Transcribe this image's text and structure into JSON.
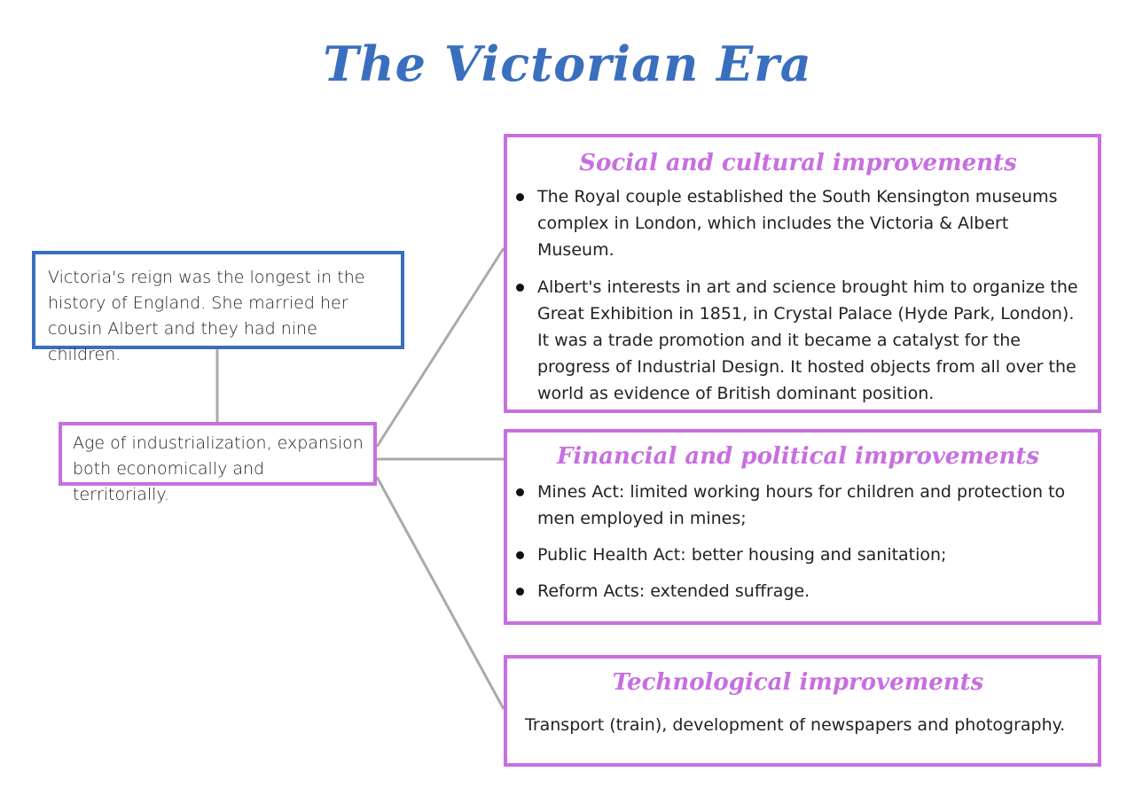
{
  "title": "The Victorian Era",
  "colors": {
    "title_blue": "#3a6fbf",
    "accent_purple": "#c86fe0",
    "connector_gray": "#aaaaaa"
  },
  "intro_box": {
    "text": "Victoria's reign was the longest in the history of England. She married her cousin Albert and they had nine children."
  },
  "center_box": {
    "text": "Age of industrialization, expansion both economically and territorially."
  },
  "panels": {
    "social": {
      "title": "Social and cultural improvements",
      "items": [
        "The Royal couple established the South Kensington museums complex in London, which includes the Victoria & Albert Museum.",
        "Albert's interests in art and science brought him to organize the Great Exhibition in 1851, in Crystal Palace (Hyde Park, London). It was a trade promotion and it became a catalyst for the progress of Industrial Design. It hosted objects from all over the world as evidence of British dominant position."
      ]
    },
    "financial": {
      "title": "Financial and political improvements",
      "items": [
        "Mines Act: limited working hours for children  and protection to men employed in mines;",
        "Public Health Act: better housing and sanitation;",
        "Reform Acts: extended suffrage."
      ]
    },
    "tech": {
      "title": "Technological improvements",
      "text": "Transport (train), development of newspapers and photography."
    }
  }
}
